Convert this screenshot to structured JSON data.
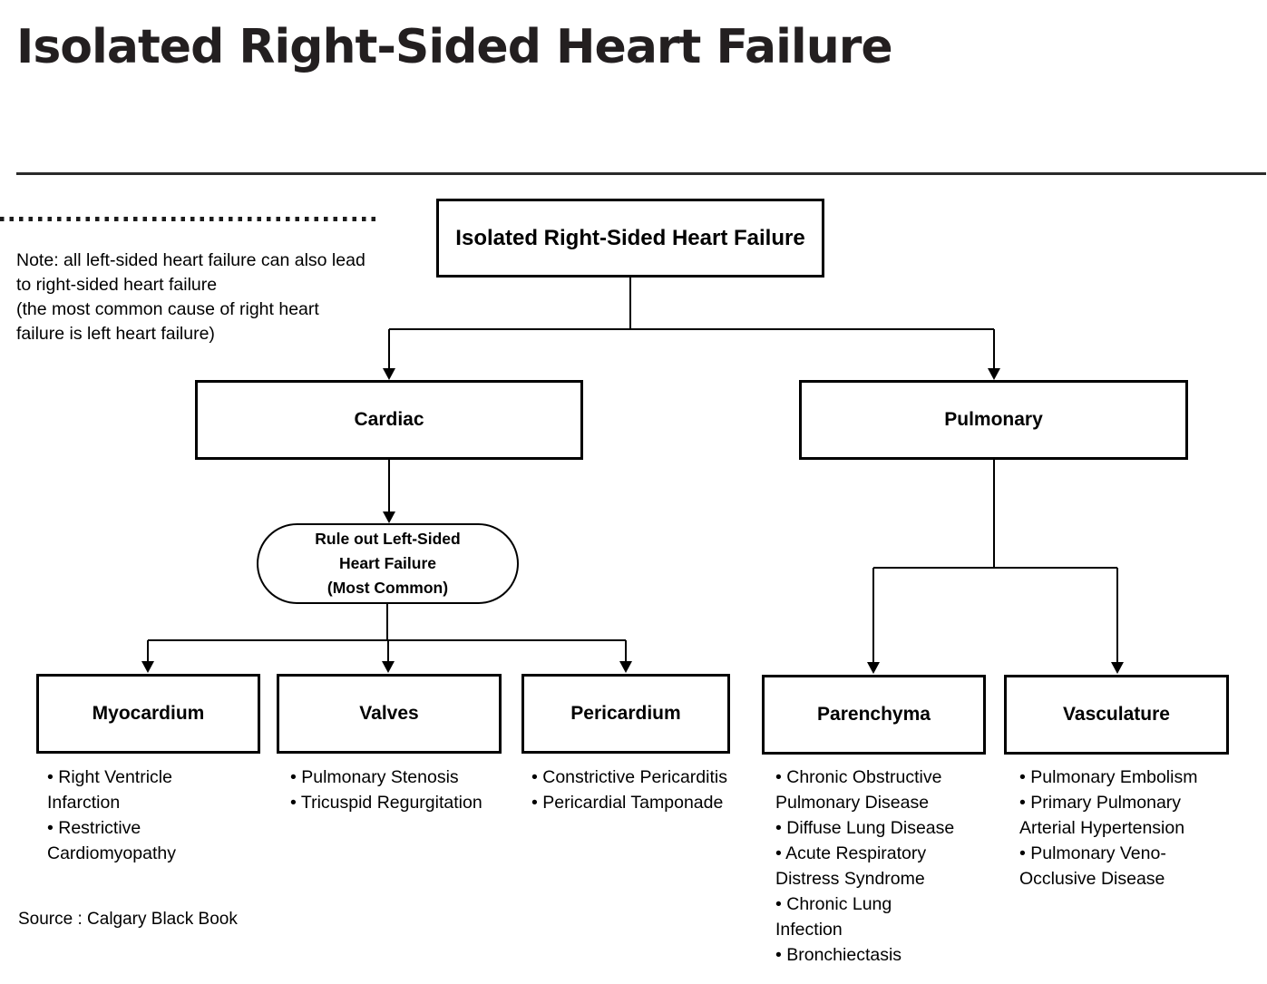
{
  "page": {
    "title": "Isolated Right-Sided Heart Failure",
    "note": "Note: all left-sided heart failure can also lead\nto right-sided heart failure\n(the most common cause of right heart\nfailure is left heart failure)",
    "source": "Source : Calgary Black Book"
  },
  "colors": {
    "ink": "#231f20",
    "line": "#000000",
    "background": "#ffffff"
  },
  "nodes": {
    "root": "Isolated Right-Sided Heart Failure",
    "cardiac": "Cardiac",
    "pulmonary": "Pulmonary",
    "rule_out": "Rule out Left-Sided\nHeart Failure\n(Most Common)",
    "myocardium": "Myocardium",
    "valves": "Valves",
    "pericardium": "Pericardium",
    "parenchyma": "Parenchyma",
    "vasculature": "Vasculature"
  },
  "lists": {
    "myocardium": [
      "• Right Ventricle\nInfarction",
      "• Restrictive\nCardiomyopathy"
    ],
    "valves": [
      "• Pulmonary Stenosis",
      "• Tricuspid Regurgitation"
    ],
    "pericardium": [
      "• Constrictive Pericarditis",
      "• Pericardial Tamponade"
    ],
    "parenchyma": [
      "• Chronic Obstructive\nPulmonary Disease",
      "• Diffuse Lung Disease",
      "• Acute Respiratory\nDistress Syndrome",
      "• Chronic Lung\nInfection",
      "• Bronchiectasis"
    ],
    "vasculature": [
      "• Pulmonary Embolism",
      "• Primary Pulmonary\nArterial Hypertension",
      "• Pulmonary Veno-\nOcclusive Disease"
    ]
  }
}
